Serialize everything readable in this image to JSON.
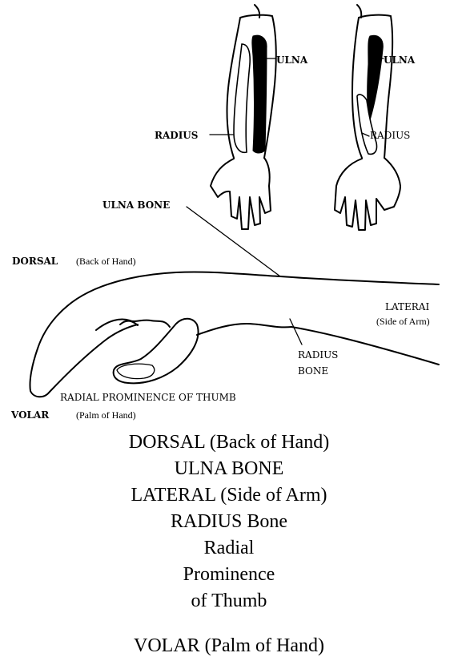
{
  "diagram": {
    "left_arm": {
      "ulna": "ULNA",
      "radius": "RADIUS"
    },
    "right_arm": {
      "ulna": "ULNA",
      "radius": "RADIUS"
    },
    "ulna_bone": "ULNA BONE",
    "dorsal": "DORSAL",
    "dorsal_note": "(Back of Hand)",
    "lateral": "LATERAI",
    "lateral_note": "(Side of Arm)",
    "radius_bone_line1": "RADIUS",
    "radius_bone_line2": "BONE",
    "radial_prominence": "RADIAL PROMINENCE OF THUMB",
    "volar": "VOLAR",
    "volar_note": "(Palm of Hand)"
  },
  "legend": [
    "DORSAL (Back of Hand)",
    "ULNA BONE",
    "LATERAL (Side of Arm)",
    "RADIUS Bone",
    "Radial",
    "Prominence",
    "of Thumb",
    "VOLAR (Palm of Hand)"
  ]
}
